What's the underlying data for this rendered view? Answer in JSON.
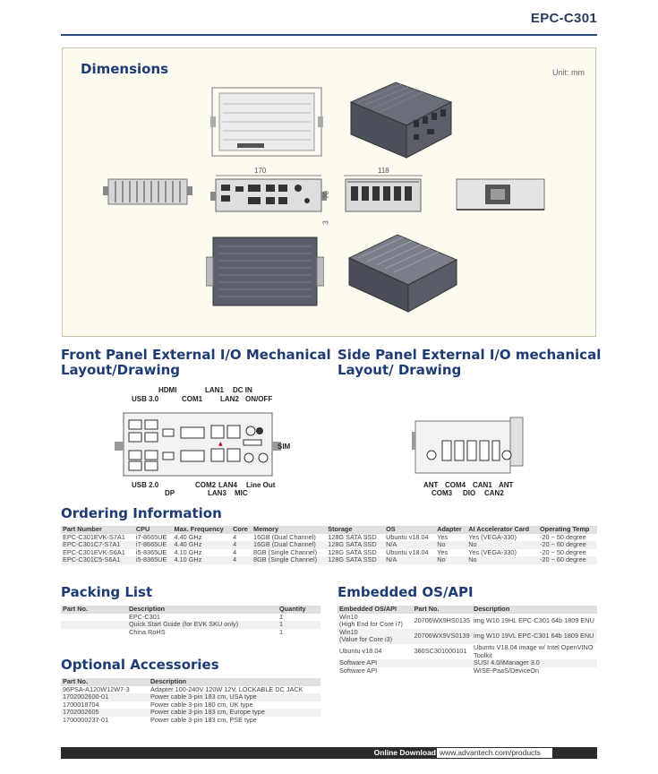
{
  "header": {
    "model": "EPC-C301"
  },
  "dimensions": {
    "title": "Dimensions",
    "unit": "Unit: mm",
    "labels": {
      "width": "170",
      "depth": "118",
      "height": "70",
      "foot": "3"
    }
  },
  "front_panel": {
    "title_line1": "Front Panel External I/O Mechanical",
    "title_line2": "Layout/Drawing",
    "labels": {
      "usb30": "USB 3.0",
      "hdmi": "HDMI",
      "com1": "COM1",
      "lan1": "LAN1",
      "lan2": "LAN2",
      "dcin": "DC IN",
      "onoff": "ON/OFF",
      "sim": "SIM",
      "usb20": "USB 2.0",
      "dp": "DP",
      "com2": "COM2",
      "lan4": "LAN4",
      "lan3": "LAN3",
      "mic": "MIC",
      "lineout": "Line Out"
    }
  },
  "side_panel": {
    "title_line1": "Side Panel External I/O mechanical",
    "title_line2": "Layout/ Drawing",
    "labels": {
      "ant1": "ANT",
      "com4": "COM4",
      "can1": "CAN1",
      "ant2": "ANT",
      "com3": "COM3",
      "dio": "DIO",
      "can2": "CAN2"
    }
  },
  "ordering": {
    "title": "Ordering Information",
    "headers": [
      "Part Number",
      "CPU",
      "Max. Frequency",
      "Core",
      "Memory",
      "Storage",
      "OS",
      "Adapter",
      "AI Accelerator Card",
      "Operating Temp"
    ],
    "rows": [
      [
        "EPC-C301EVK-S7A1",
        "i7-8665UE",
        "4.40 GHz",
        "4",
        "16GB (Dual Channel)",
        "128G SATA SSD",
        "Ubuntu v18.04",
        "Yes",
        "Yes (VEGA-330)",
        "-20 ~ 50 degree"
      ],
      [
        "EPC-C301C7-S7A1",
        "i7-8665UE",
        "4.40 GHz",
        "4",
        "16GB (Dual Channel)",
        "128G SATA SSD",
        "N/A",
        "No",
        "No",
        "-20 ~ 60 degree"
      ],
      [
        "EPC-C301EVK-S6A1",
        "i5-8365UE",
        "4.10 GHz",
        "4",
        "8GB (Single Channel)",
        "128G SATA SSD",
        "Ubuntu v18.04",
        "Yes",
        "Yes (VEGA-330)",
        "-20 ~ 50 degree"
      ],
      [
        "EPC-C301C5-S6A1",
        "i5-8365UE",
        "4.10 GHz",
        "4",
        "8GB (Single Channel)",
        "128G SATA SSD",
        "N/A",
        "No",
        "No",
        "-20 ~ 60 degree"
      ]
    ]
  },
  "packing": {
    "title": "Packing List",
    "headers": [
      "Part No.",
      "Description",
      "Quantity"
    ],
    "rows": [
      [
        "",
        "EPC-C301",
        "1"
      ],
      [
        "",
        "Quick Start Guide (for EVK SKU only)",
        "1"
      ],
      [
        "",
        "China RoHS",
        "1"
      ]
    ]
  },
  "embedded_os": {
    "title": "Embedded OS/API",
    "headers": [
      "Embedded OS/API",
      "Part No.",
      "Description"
    ],
    "rows": [
      [
        "Win10",
        "(High End for Core i7)",
        "20706WX9HS0135",
        "img W10 19HL EPC-C301 64b 1809 ENU",
        ""
      ],
      [
        "Win10",
        "(Value for Core i3)",
        "20706WX9VS0139",
        "img W10 19VL EPC-C301 64b 1809 ENU",
        ""
      ],
      [
        "Ubuntu v18.04",
        "",
        "360SC301000101",
        "Ubuntu V18.04 image w/ Intel OpenVINO",
        "Toolkit"
      ],
      [
        "Software API",
        "",
        "",
        "SUSI 4.0/iManager 3.0",
        ""
      ],
      [
        "Software API",
        "",
        "",
        "WISE-PaaS/DeviceOn",
        ""
      ]
    ]
  },
  "accessories": {
    "title": "Optional Accessories",
    "headers": [
      "Part No.",
      "Description"
    ],
    "rows": [
      [
        "96PSA-A120W12W7-3",
        "Adapter 100-240V 120W 12V, LOCKABLE DC JACK"
      ],
      [
        "1702002600-01",
        "Power cable 3-pin 183 cm, USA type"
      ],
      [
        "1700018704",
        "Power cable 3-pin 180 cm, UK type"
      ],
      [
        "1702002605",
        "Power cable 3-pin 183 cm, Europe type"
      ],
      [
        "1700000237-01",
        "Power cable 3-pin 183 cm, PSE type"
      ]
    ]
  },
  "footer": {
    "download_label": "Online Download",
    "url": "www.advantech.com/products"
  }
}
